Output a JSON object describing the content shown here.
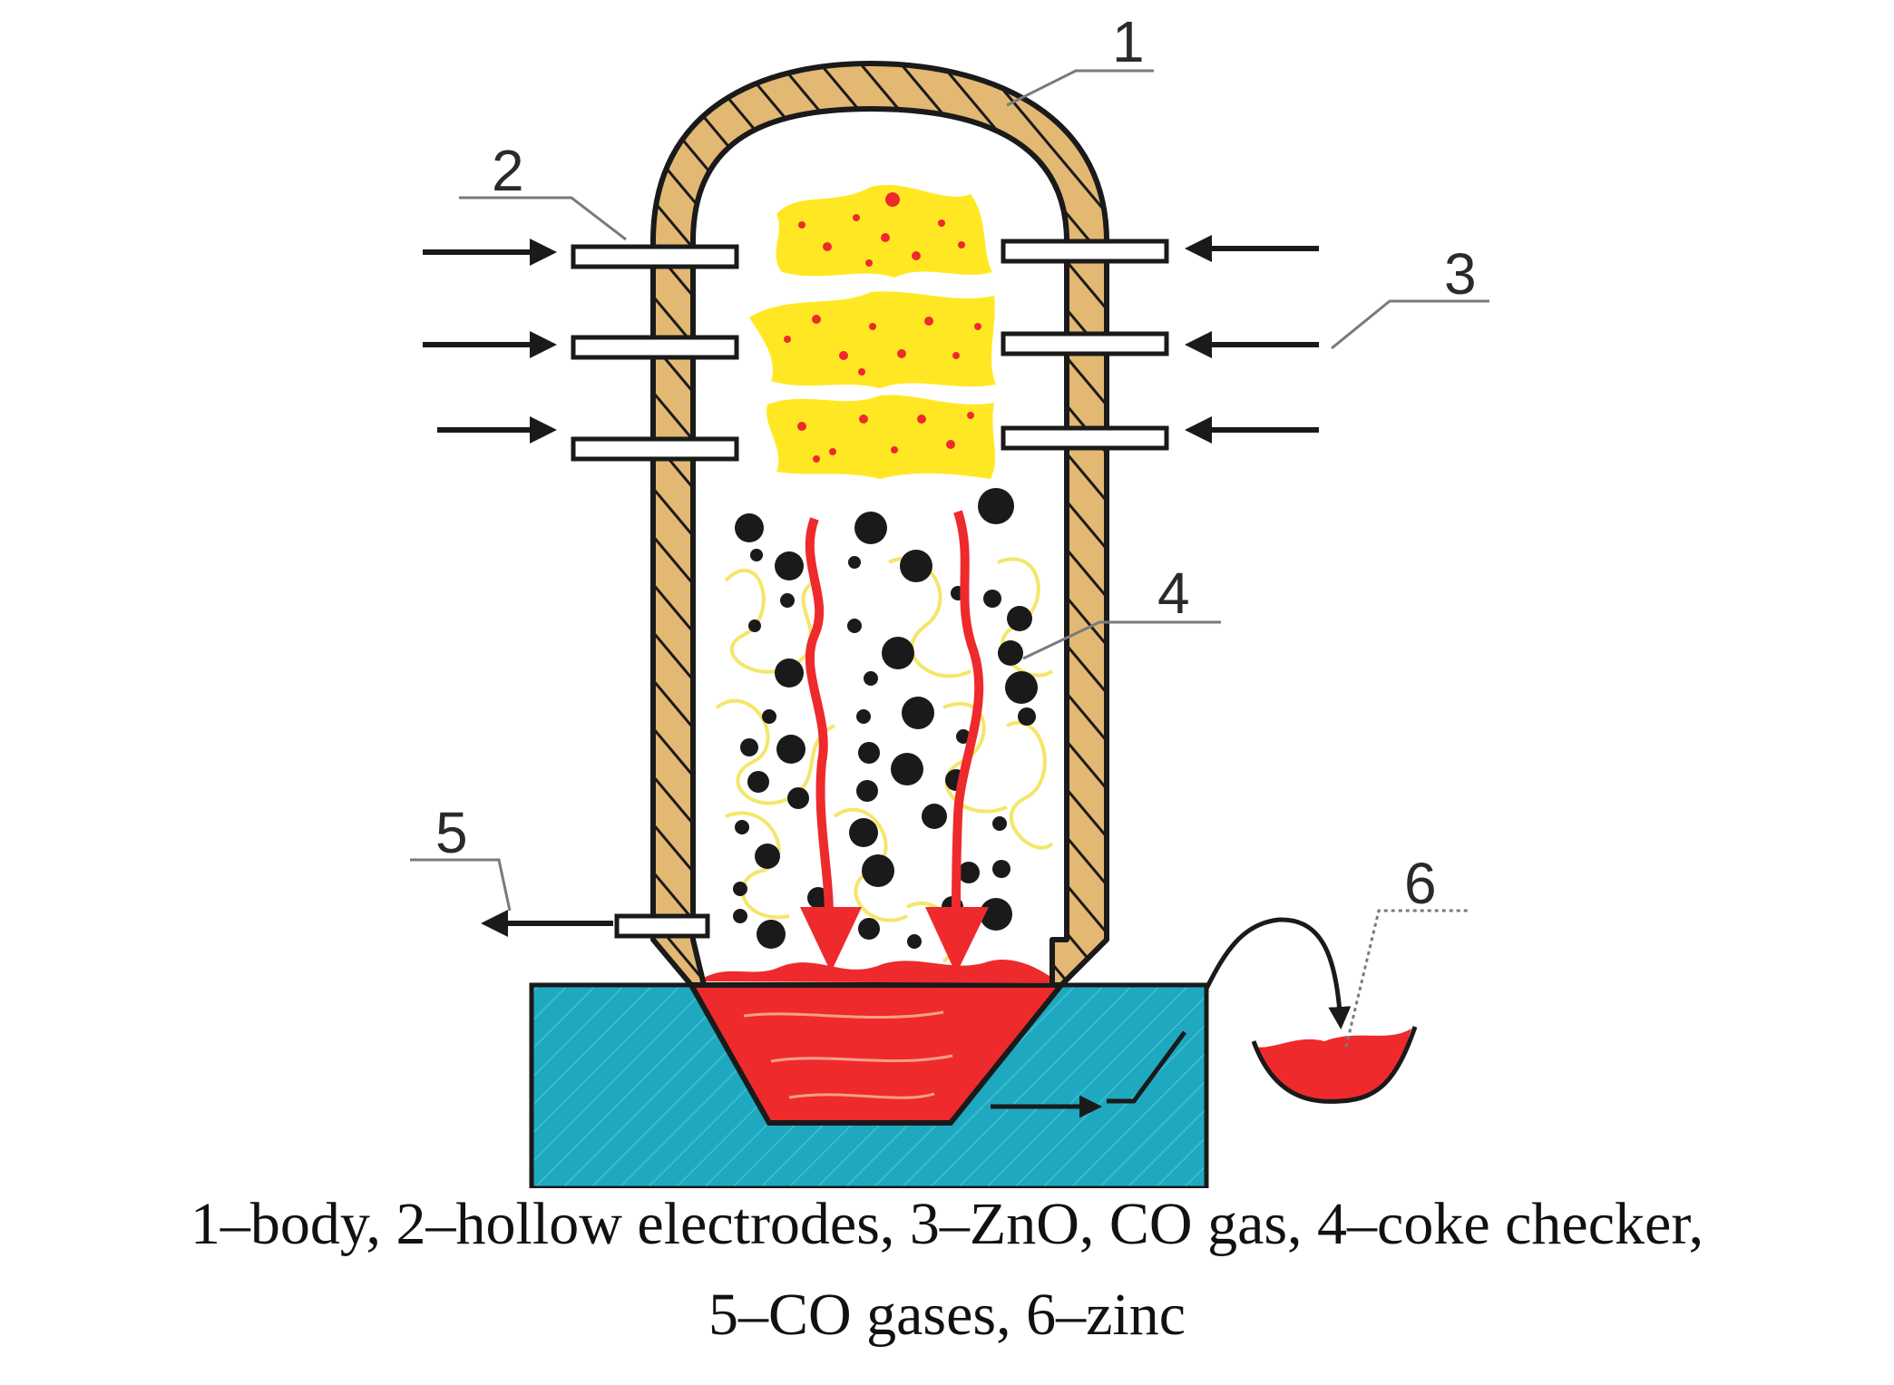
{
  "callouts": [
    {
      "id": "1",
      "label": "1"
    },
    {
      "id": "2",
      "label": "2"
    },
    {
      "id": "3",
      "label": "3"
    },
    {
      "id": "4",
      "label": "4"
    },
    {
      "id": "5",
      "label": "5"
    },
    {
      "id": "6",
      "label": "6"
    }
  ],
  "caption": {
    "line1": "1–body, 2–hollow electrodes, 3–ZnO, CO gas, 4–coke checker,",
    "line2": "5–CO gases, 6–zinc"
  },
  "colors": {
    "body_wall": "#E2B873",
    "base": "#1FA9C0",
    "melt": "#EE2A2D",
    "ore": "#FFE823",
    "ore_spots": "#EE2A2D",
    "coke": "#1A1A1A",
    "gas_strands": "#F5E66A",
    "outline": "#1A1A1A"
  }
}
